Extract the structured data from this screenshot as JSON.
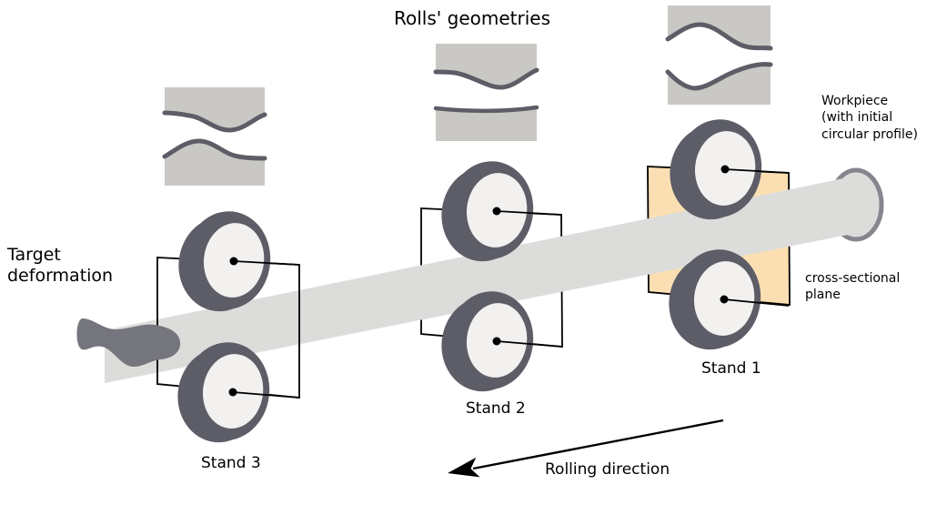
{
  "title": "Rolls' geometries",
  "labels": {
    "target_deformation": "Target\ndeformation",
    "workpiece": "Workpiece\n(with initial\ncircular profile)",
    "cross_sectional_plane": "cross-sectional\nplane",
    "rolling_direction": "Rolling direction"
  },
  "stands": [
    {
      "id": "stand-1",
      "label": "Stand 1"
    },
    {
      "id": "stand-2",
      "label": "Stand 2"
    },
    {
      "id": "stand-3",
      "label": "Stand 3"
    }
  ],
  "colors": {
    "background": "#ffffff",
    "workpiece_gray": "#dcdcda",
    "roll_rim": "#5d5d68",
    "roll_face": "#f2f1ef",
    "inset_block_gray": "#c9c8c4",
    "profile_curve": "#5d5d68",
    "deformed_end_gray": "#75757d",
    "end_cap_ring": "#85858d",
    "cross_section_plane_orange": "#fbdfb2",
    "frame_stroke": "#000000",
    "text": "#000000"
  }
}
